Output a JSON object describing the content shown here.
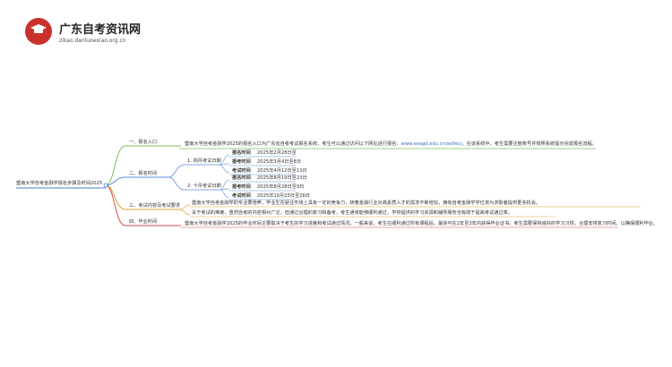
{
  "logo": {
    "title": "广东自考资讯网",
    "subtitle": "zikao.danluoexiao.org.cn"
  },
  "root": {
    "label": "暨南大学自考金融学报名步骤及时间2025"
  },
  "branches": [
    {
      "label": "一、报名入口",
      "color": "#7cbf57",
      "text_before": "暨南大学自考金融学2025的报名入口为广东省自考考试报名系统，考生可以通过访问以下网址进行报名：",
      "link": "www.eeagd.edu.cn/selfec/",
      "text_after": "。在该系统中，考生需要注册账号并按照系统提示完成报名流程。"
    },
    {
      "label": "二、报名时间",
      "color": "#5b8fd6",
      "sessions": [
        {
          "label": "1. 四月考试日期",
          "rows": [
            {
              "key": "报名时间",
              "value": "2025年2月28日至"
            },
            {
              "key": "报考时间",
              "value": "2025年3月4日至8日"
            },
            {
              "key": "考试时间",
              "value": "2025年4月12日至13日"
            }
          ]
        },
        {
          "label": "2. 十月考试日期",
          "rows": [
            {
              "key": "报名时间",
              "value": "2025年8月19日至23日"
            },
            {
              "key": "报考时间",
              "value": "2025年8月28日至9日"
            },
            {
              "key": "考试时间",
              "value": "2025年10月25日至26日"
            }
          ]
        }
      ]
    },
    {
      "label": "三、考试内容及考试要求",
      "color": "#e0a43a",
      "lines": [
        "暨南大学自考金融学的专业要培养，毕业生在就业市场上具有一定的竞争力，随着金融行业对高素质人才的需求不断增加，拥有自考金融学学位将为求职者提供更多机会。",
        "关于考试的难度，虽然自考的内容相对广泛，但通过合理的复习和备考，考生通常能够顺利通过，学校提供的学习资源和辅导服务也有助于提高考试通过率。"
      ]
    },
    {
      "label": "四、毕业时间",
      "color": "#d44a4a",
      "lines": [
        "暨南大学自考金融学2025的毕业时间主要取决于考生的学习进度和考试通过情况。一般来说，考生在顺利通过所有课程后，最快可在2年至3年内获得毕业证书。考生需要保持良好的学习习惯，合理安排复习时间，以确保顺利毕业。"
      ]
    }
  ]
}
